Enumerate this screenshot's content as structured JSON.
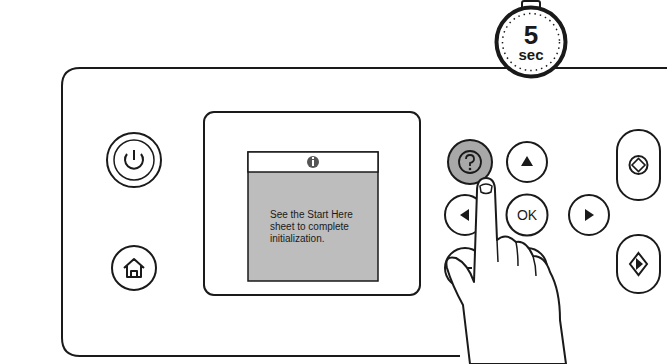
{
  "diagram": {
    "nodes": [
      {
        "text": [
          "5",
          "sec"
        ]
      },
      {
        "text": [
          "See the Start Here sheet to complete initialization."
        ]
      },
      {
        "text": [
          "OK"
        ]
      }
    ]
  }
}
